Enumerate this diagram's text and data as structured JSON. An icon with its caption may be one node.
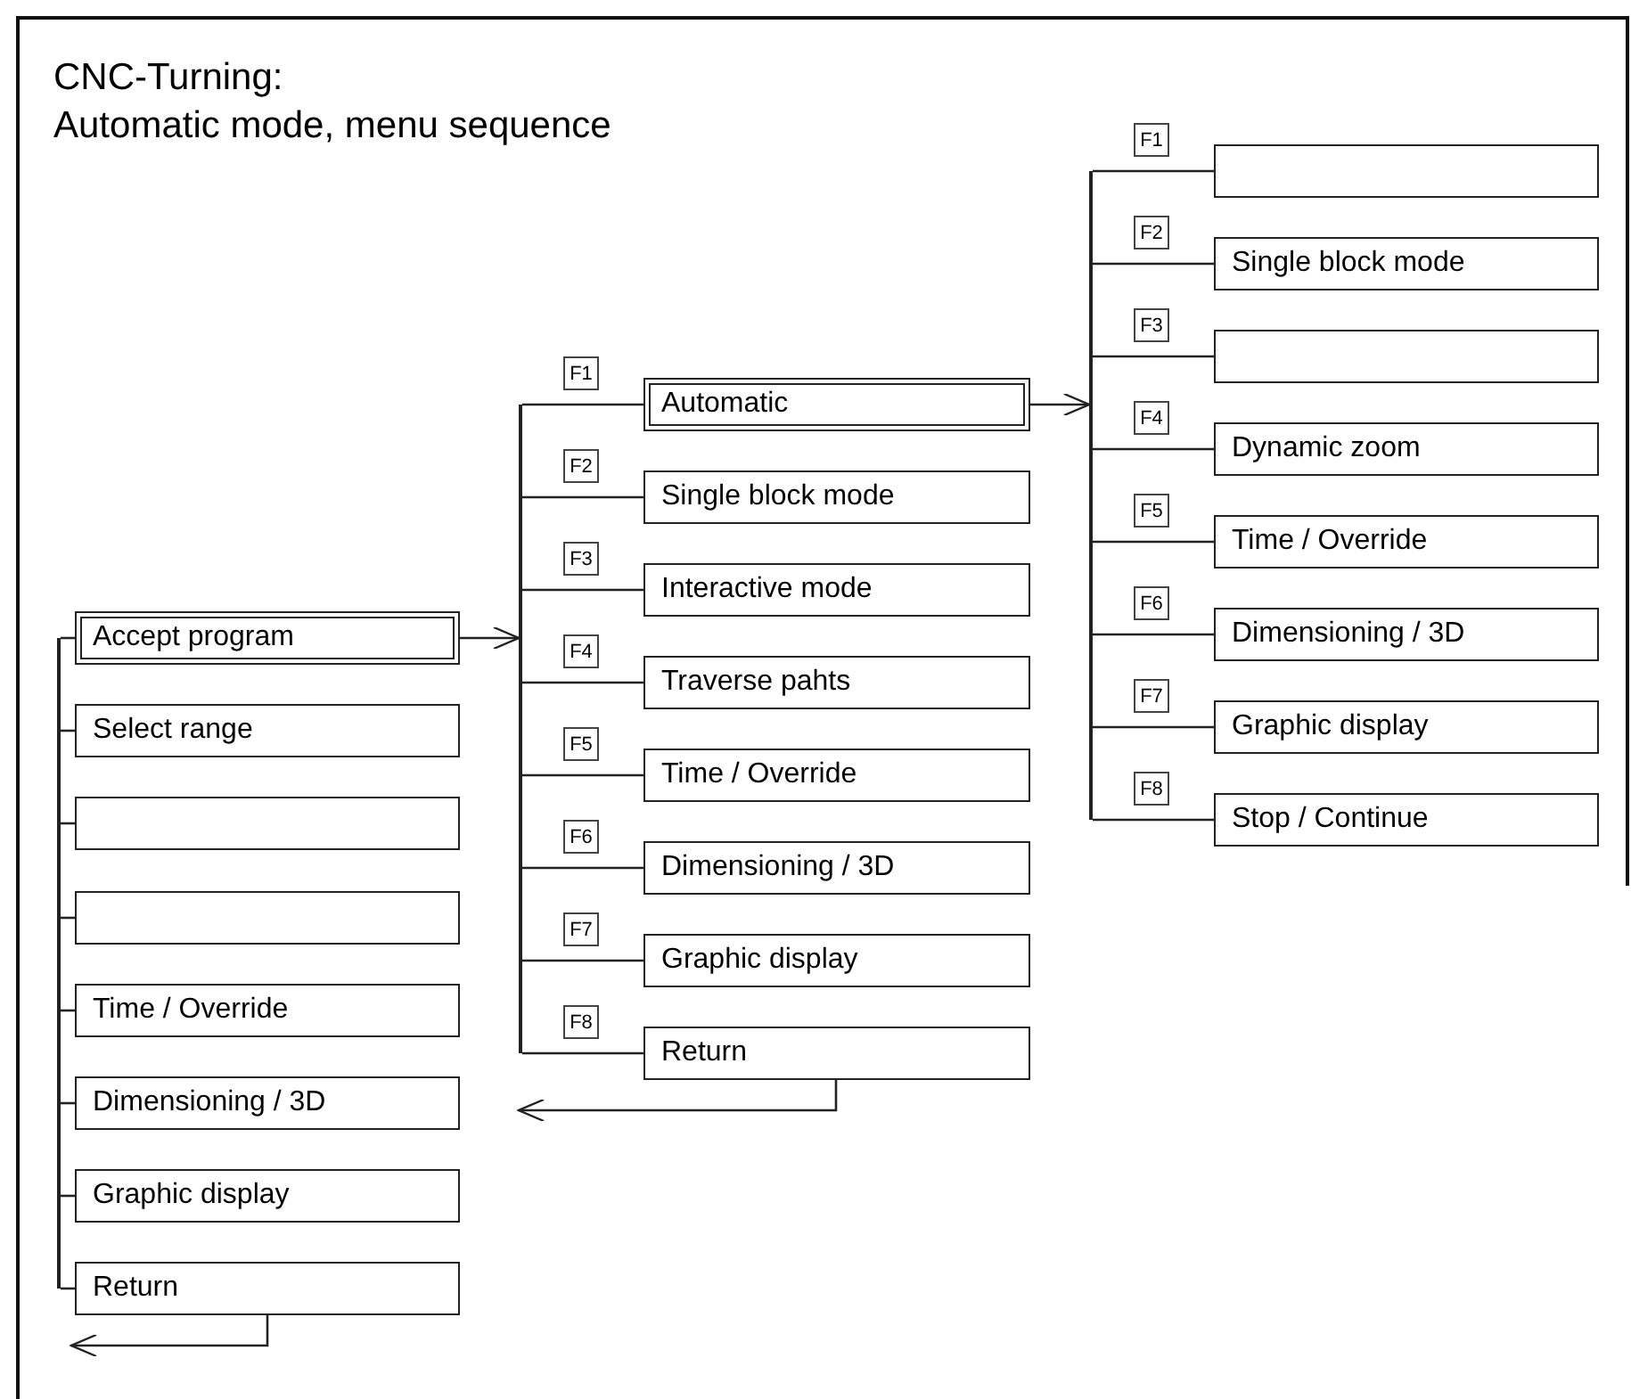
{
  "diagram": {
    "title": "CNC-Turning: Automatic mode, menu sequence",
    "nodes": [
      {
        "text": [],
        "shape": "bar"
      },
      {
        "text": [
          "Accept program"
        ]
      },
      {
        "text": [
          "Select range"
        ]
      },
      {
        "text": [],
        "shape": "box"
      },
      {
        "text": [],
        "shape": "box"
      },
      {
        "text": [
          "Time / Override"
        ]
      },
      {
        "text": [
          "Dimensioning / 3D"
        ]
      },
      {
        "text": [
          "Graphic display"
        ]
      },
      {
        "text": [
          "Return"
        ]
      },
      {
        "text": [],
        "shape": "bar"
      },
      {
        "text": [
          "Automatic"
        ],
        "beside": [
          "F1"
        ]
      },
      {
        "text": [
          "Single block mode"
        ],
        "beside": [
          "F2"
        ]
      },
      {
        "text": [
          "Interactive mode"
        ],
        "beside": [
          "F3"
        ]
      },
      {
        "text": [
          "Traverse pahts"
        ],
        "beside": [
          "F4"
        ]
      },
      {
        "text": [
          "Time / Override"
        ],
        "beside": [
          "F5"
        ]
      },
      {
        "text": [
          "Dimensioning / 3D"
        ],
        "beside": [
          "F6"
        ]
      },
      {
        "text": [
          "Graphic display"
        ],
        "beside": [
          "F7"
        ]
      },
      {
        "text": [
          "Return"
        ],
        "beside": [
          "F8"
        ]
      },
      {
        "text": [],
        "shape": "bar"
      },
      {
        "text": [],
        "shape": "box",
        "beside": [
          "F1"
        ]
      },
      {
        "text": [
          "Single block mode"
        ],
        "beside": [
          "F2"
        ]
      },
      {
        "text": [],
        "shape": "box",
        "beside": [
          "F3"
        ]
      },
      {
        "text": [
          "Dynamic zoom"
        ],
        "beside": [
          "F4"
        ]
      },
      {
        "text": [
          "Time / Override"
        ],
        "beside": [
          "F5"
        ]
      },
      {
        "text": [
          "Dimensioning / 3D"
        ],
        "beside": [
          "F6"
        ]
      },
      {
        "text": [
          "Graphic display"
        ],
        "beside": [
          "F7"
        ]
      },
      {
        "text": [
          "Stop / Continue"
        ],
        "beside": [
          "F8"
        ]
      }
    ],
    "edges": [
      {
        "from": 0,
        "to": 1,
        "arrow": "none"
      },
      {
        "from": 0,
        "to": 2,
        "arrow": "none"
      },
      {
        "from": 0,
        "to": 3,
        "arrow": "none"
      },
      {
        "from": 0,
        "to": 4,
        "arrow": "none"
      },
      {
        "from": 0,
        "to": 5,
        "arrow": "none"
      },
      {
        "from": 0,
        "to": 6,
        "arrow": "none"
      },
      {
        "from": 0,
        "to": 7,
        "arrow": "none"
      },
      {
        "from": 0,
        "to": 8,
        "arrow": "none"
      },
      {
        "from": 1,
        "to": 9,
        "arrow": "to"
      },
      {
        "from": 9,
        "to": 10,
        "arrow": "none"
      },
      {
        "from": 9,
        "to": 11,
        "arrow": "none"
      },
      {
        "from": 9,
        "to": 12,
        "arrow": "none"
      },
      {
        "from": 9,
        "to": 13,
        "arrow": "none"
      },
      {
        "from": 9,
        "to": 14,
        "arrow": "none"
      },
      {
        "from": 9,
        "to": 15,
        "arrow": "none"
      },
      {
        "from": 9,
        "to": 16,
        "arrow": "none"
      },
      {
        "from": 9,
        "to": 17,
        "arrow": "none"
      },
      {
        "from": 10,
        "to": 18,
        "arrow": "to"
      },
      {
        "from": 18,
        "to": 19,
        "arrow": "none"
      },
      {
        "from": 18,
        "to": 20,
        "arrow": "none"
      },
      {
        "from": 18,
        "to": 21,
        "arrow": "none"
      },
      {
        "from": 18,
        "to": 22,
        "arrow": "none"
      },
      {
        "from": 18,
        "to": 23,
        "arrow": "none"
      },
      {
        "from": 18,
        "to": 24,
        "arrow": "none"
      },
      {
        "from": 18,
        "to": 25,
        "arrow": "none"
      },
      {
        "from": 18,
        "to": 26,
        "arrow": "none"
      },
      {
        "from": 17,
        "to": null,
        "arrow": "to"
      },
      {
        "from": 8,
        "to": null,
        "arrow": "to"
      }
    ]
  }
}
